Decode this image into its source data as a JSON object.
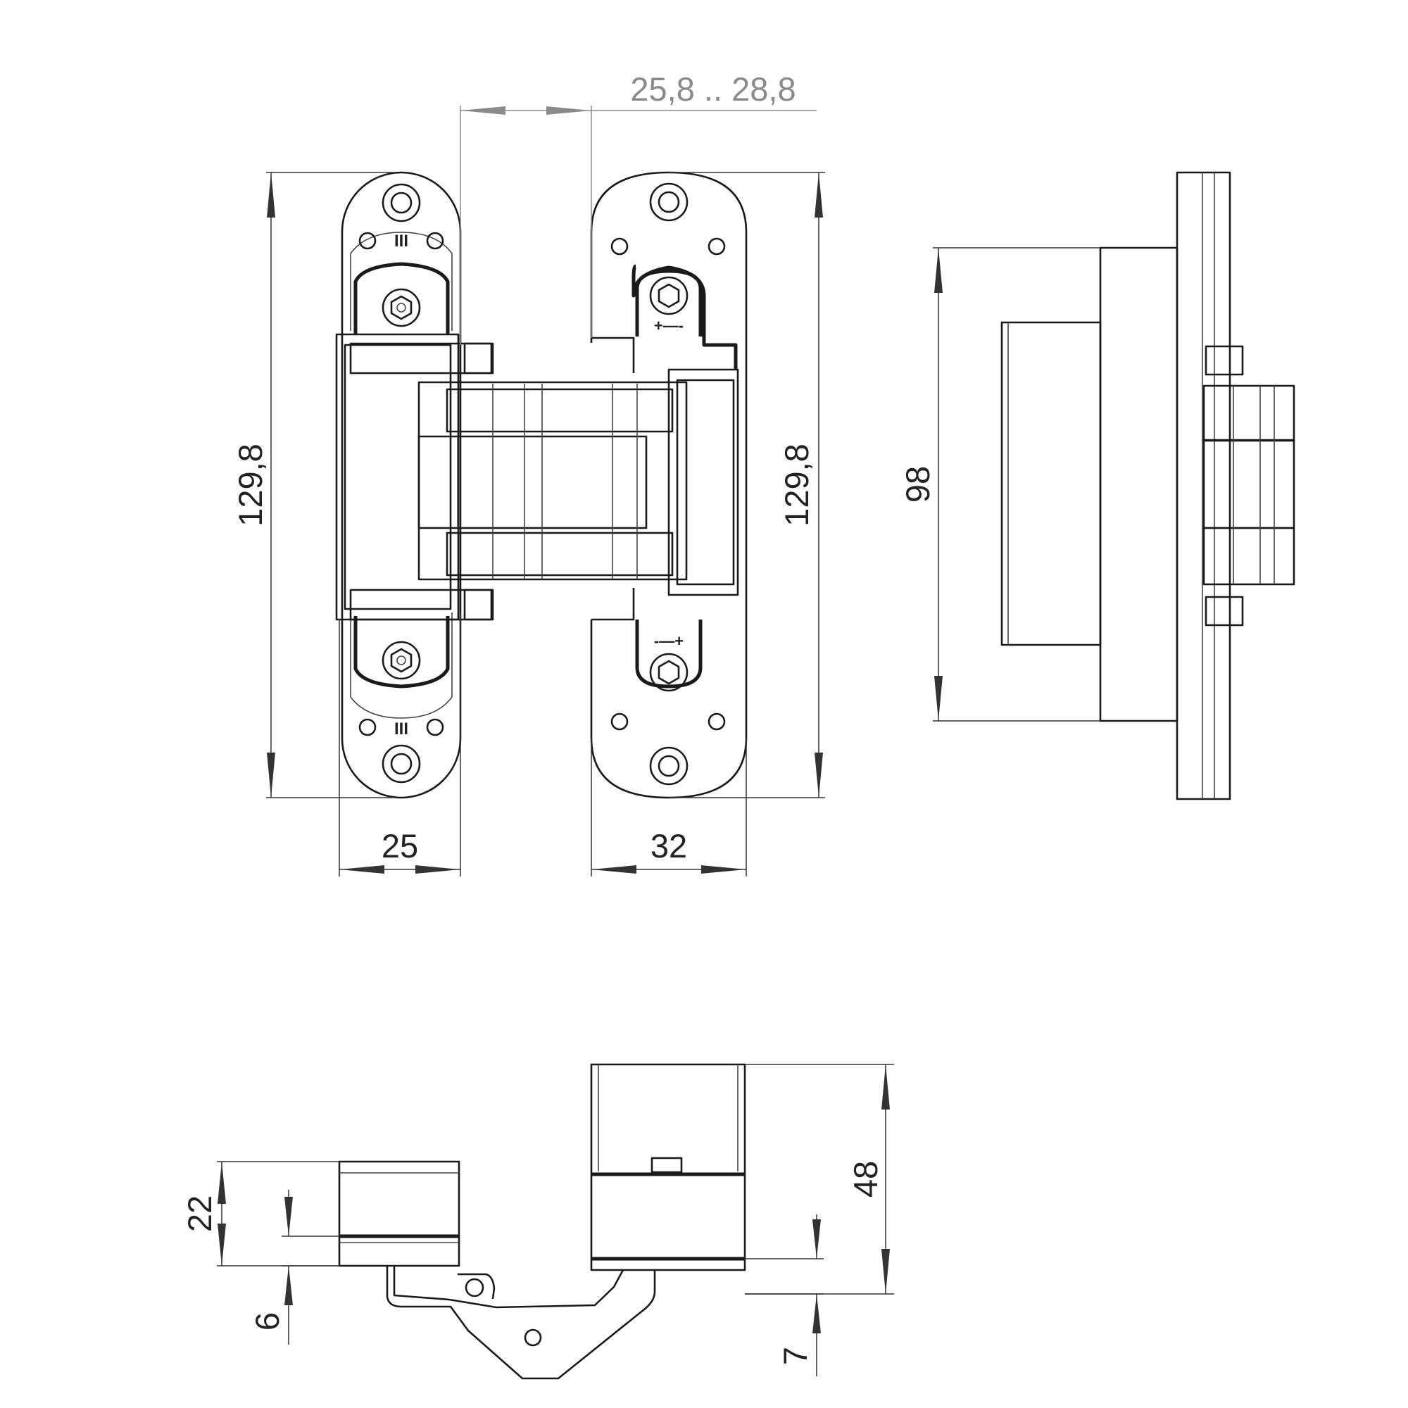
{
  "dimensions": {
    "adjust_range": "25,8 .. 28,8",
    "height_left": "129,8",
    "height_right": "129,8",
    "width_left": "25",
    "width_right": "32",
    "side_height": "98",
    "bottom_height_a": "22",
    "bottom_offset_a": "6",
    "bottom_height_b": "48",
    "bottom_offset_b": "7"
  },
  "plate_marks": {
    "left_top": "III",
    "left_bottom": "III",
    "right_top": "+—-",
    "right_bottom": "-—+"
  }
}
